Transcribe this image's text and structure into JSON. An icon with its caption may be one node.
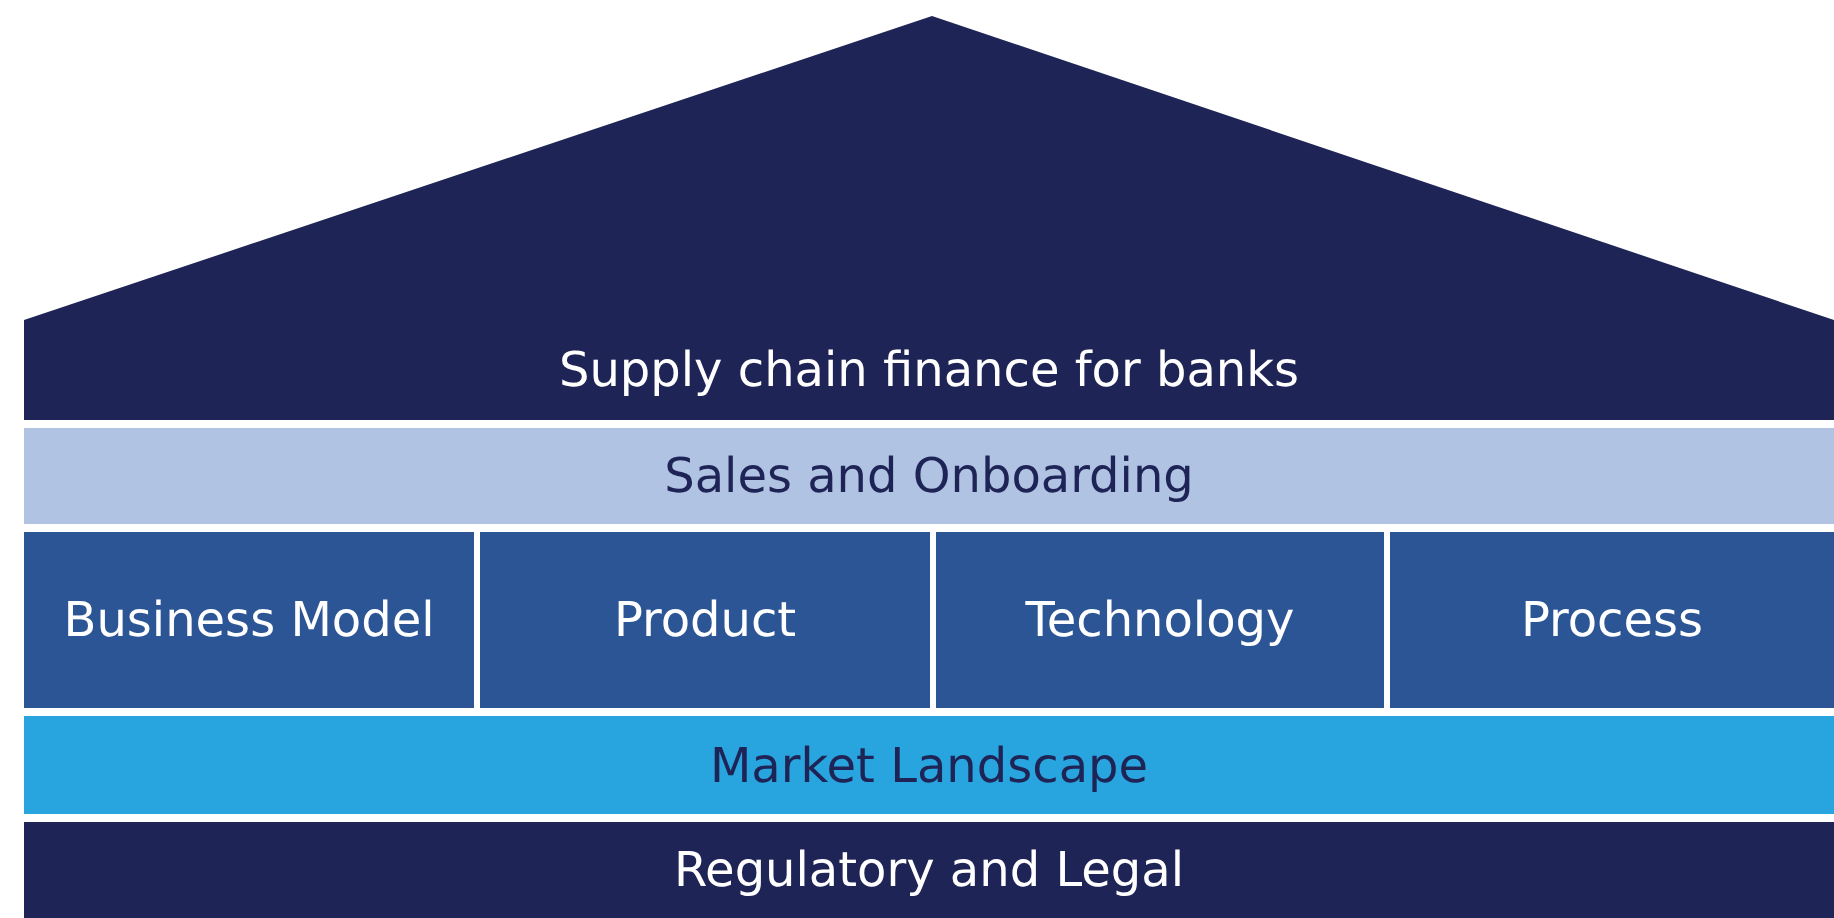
{
  "diagram": {
    "nodes": [
      {
        "text": [
          "Supply chain finance for banks"
        ]
      },
      {
        "text": [
          "Sales and Onboarding"
        ]
      },
      {
        "text": [
          "Business Model"
        ]
      },
      {
        "text": [
          "Product"
        ]
      },
      {
        "text": [
          "Technology"
        ]
      },
      {
        "text": [
          "Process"
        ]
      },
      {
        "text": [
          "Market Landscape"
        ]
      },
      {
        "text": [
          "Regulatory and Legal"
        ]
      }
    ]
  }
}
